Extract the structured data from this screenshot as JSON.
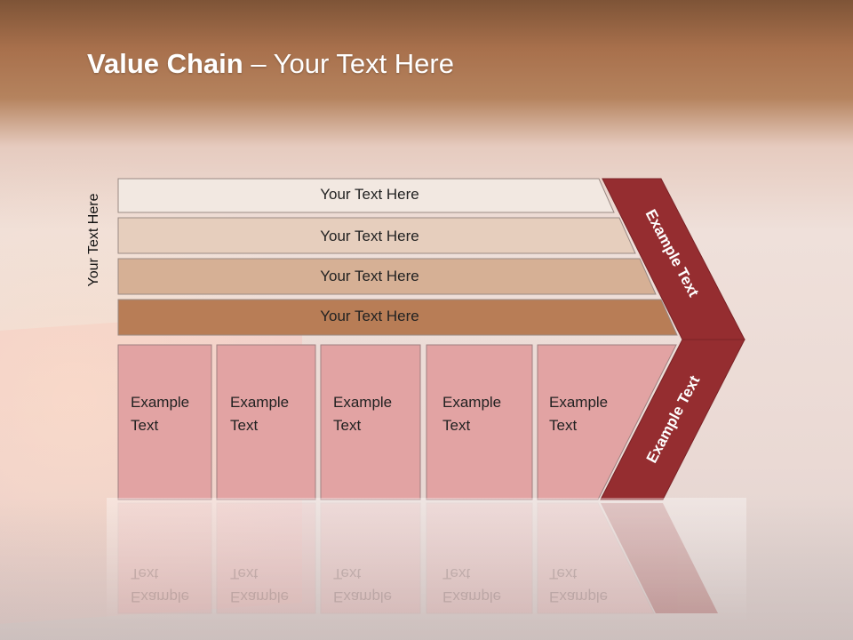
{
  "title": {
    "bold": "Value Chain",
    "rest": " – Your Text Here"
  },
  "side_label": "Your Text Here",
  "bars": [
    {
      "label": "Your Text Here",
      "color": "#f2e8e1"
    },
    {
      "label": "Your Text Here",
      "color": "#e6cebd"
    },
    {
      "label": "Your Text Here",
      "color": "#d6b095"
    },
    {
      "label": "Your Text Here",
      "color": "#b87d56"
    }
  ],
  "cells": [
    {
      "line1": "Example",
      "line2": "Text"
    },
    {
      "line1": "Example",
      "line2": "Text"
    },
    {
      "line1": "Example",
      "line2": "Text"
    },
    {
      "line1": "Example",
      "line2": "Text"
    },
    {
      "line1": "Example",
      "line2": "Text"
    }
  ],
  "chevron": {
    "upper_label": "Example Text",
    "lower_label": "Example Text",
    "color": "#952d30",
    "cell_color": "#e2a3a3"
  }
}
